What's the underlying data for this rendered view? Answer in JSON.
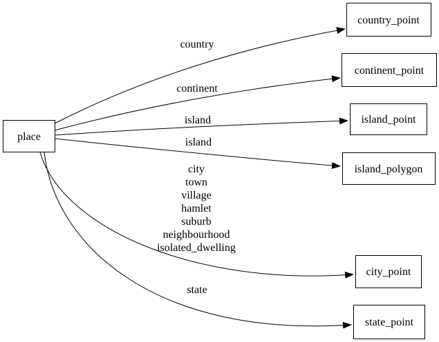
{
  "diagram": {
    "type": "directed-graph",
    "background_color": "#ffffff",
    "line_color": "#000000",
    "text_color": "#000000",
    "nodes": {
      "place": {
        "label": "place"
      },
      "country_point": {
        "label": "country_point"
      },
      "continent_point": {
        "label": "continent_point"
      },
      "island_point": {
        "label": "island_point"
      },
      "island_polygon": {
        "label": "island_polygon"
      },
      "city_point": {
        "label": "city_point"
      },
      "state_point": {
        "label": "state_point"
      }
    },
    "edges": [
      {
        "from": "place",
        "to": "country_point",
        "label": "country"
      },
      {
        "from": "place",
        "to": "continent_point",
        "label": "continent"
      },
      {
        "from": "place",
        "to": "island_point",
        "label": "island"
      },
      {
        "from": "place",
        "to": "island_polygon",
        "label": "island"
      },
      {
        "from": "place",
        "to": "city_point",
        "label_lines": [
          "city",
          "town",
          "village",
          "hamlet",
          "suburb",
          "neighbourhood",
          "isolated_dwelling"
        ]
      },
      {
        "from": "place",
        "to": "state_point",
        "label": "state"
      }
    ]
  }
}
